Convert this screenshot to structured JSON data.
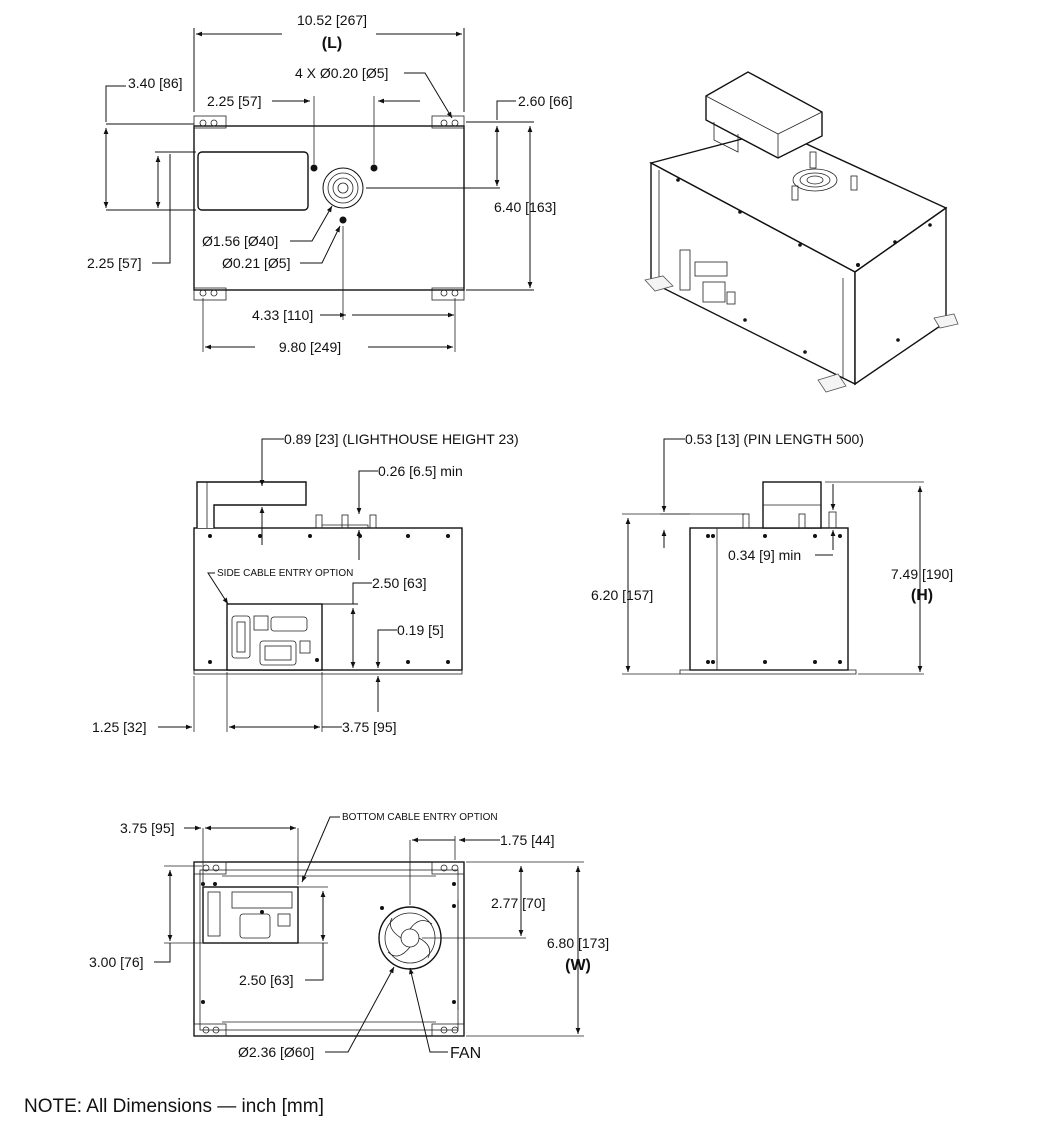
{
  "top_view": {
    "length": "10.52 [267]",
    "length_tag": "(L)",
    "holes": "4 X Ø0.20 [Ø5]",
    "offset_left": "3.40 [86]",
    "hole_spacing": "2.25 [57]",
    "offset_right": "2.60 [66]",
    "depth": "6.40 [163]",
    "window_height": "2.25 [57]",
    "port_dia": "Ø1.56 [Ø40]",
    "pin_dia": "Ø0.21 [Ø5]",
    "pin_offset": "4.33 [110]",
    "mount_spacing": "9.80 [249]"
  },
  "front_view": {
    "lighthouse": "0.89 [23] (LIGHTHOUSE HEIGHT 23)",
    "pin_min": "0.26 [6.5] min",
    "side_entry": "SIDE CABLE ENTRY OPTION",
    "panel_height": "2.50 [63]",
    "panel_bottom": "0.19 [5]",
    "panel_offset": "1.25 [32]",
    "panel_width": "3.75 [95]"
  },
  "side_view": {
    "pin_length": "0.53 [13] (PIN LENGTH 500)",
    "pin_min": "0.34 [9] min",
    "body_height": "6.20 [157]",
    "total_height": "7.49 [190]",
    "height_tag": "(H)"
  },
  "bottom_view": {
    "panel_width": "3.75 [95]",
    "bottom_entry": "BOTTOM CABLE ENTRY OPTION",
    "fan_offset": "1.75 [44]",
    "fan_center": "2.77 [70]",
    "width": "6.80 [173]",
    "width_tag": "(W)",
    "panel_height": "3.00 [76]",
    "panel_depth": "2.50 [63]",
    "fan_dia": "Ø2.36 [Ø60]",
    "fan_label": "FAN"
  },
  "note": "NOTE: All Dimensions — inch [mm]"
}
